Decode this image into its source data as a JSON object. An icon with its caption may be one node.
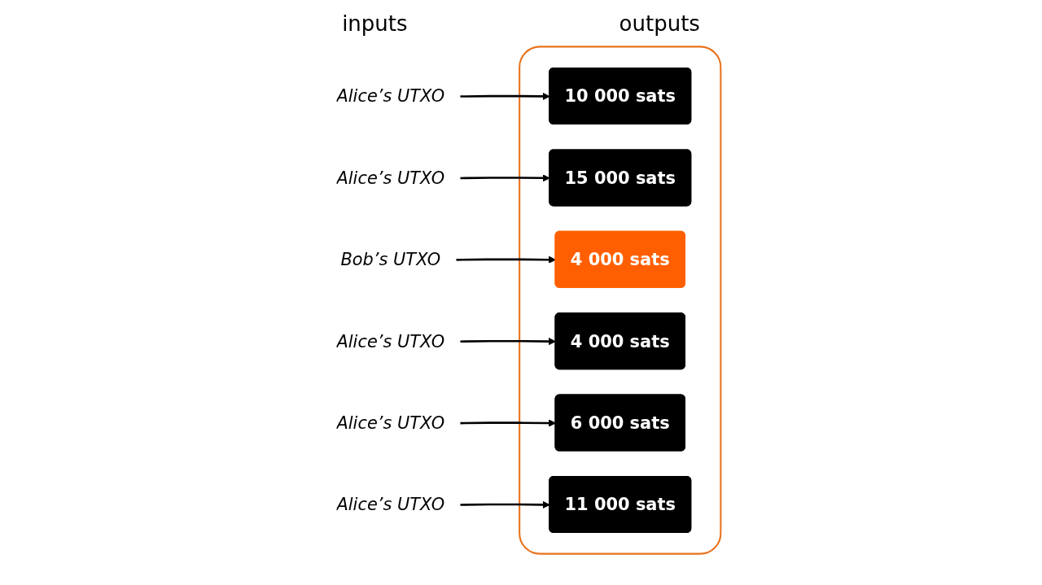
{
  "diagram": {
    "nodes": [
      {
        "text": [],
        "shape": "box"
      },
      {
        "text": [
          "10 000 sats"
        ],
        "in": 0
      },
      {
        "text": [
          "15 000 sats"
        ],
        "in": 0
      },
      {
        "text": [
          "4 000 sats"
        ],
        "in": 0
      },
      {
        "text": [
          "4 000 sats"
        ],
        "in": 0
      },
      {
        "text": [
          "6 000 sats"
        ],
        "in": 0
      },
      {
        "text": [
          "11 000 sats"
        ],
        "in": 0
      },
      {
        "text": [
          "Alice’s UTXO"
        ]
      },
      {
        "text": [
          "Alice’s UTXO"
        ]
      },
      {
        "text": [
          "Bob’s UTXO"
        ]
      },
      {
        "text": [
          "Alice’s UTXO"
        ]
      },
      {
        "text": [
          "Alice’s UTXO"
        ]
      },
      {
        "text": [
          "Alice’s UTXO"
        ]
      }
    ],
    "edges": [
      {
        "from": 7,
        "to": 1,
        "arrow": "to"
      },
      {
        "from": 8,
        "to": 2,
        "arrow": "to"
      },
      {
        "from": 9,
        "to": 3,
        "arrow": "to"
      },
      {
        "from": 10,
        "to": 4,
        "arrow": "to"
      },
      {
        "from": 11,
        "to": 5,
        "arrow": "to"
      },
      {
        "from": 12,
        "to": 6,
        "arrow": "to"
      }
    ],
    "labels": [
      "inputs",
      "outputs"
    ]
  }
}
